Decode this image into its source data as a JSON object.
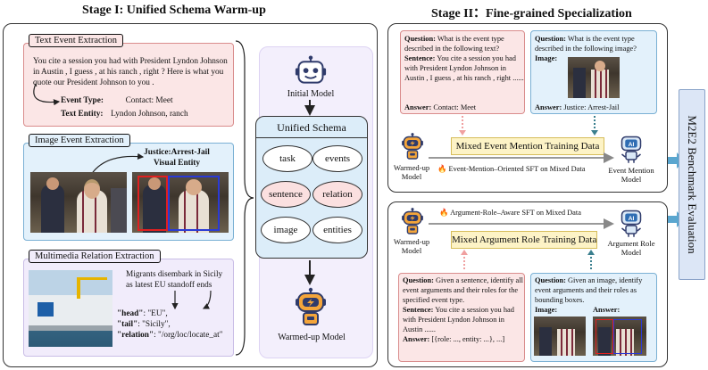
{
  "stage1": {
    "title": "Stage I: Unified Schema Warm-up",
    "text_event": {
      "tag": "Text Event Extraction",
      "sentence": "You cite a session you had with President Lyndon Johnson in Austin , I guess , at his ranch , right ? Here is what you quote our President Johnson to you .",
      "event_type_label": "Event Type:",
      "event_type_value": "Contact: Meet",
      "text_entity_label": "Text Entity:",
      "text_entity_value": "Lyndon Johnson, ranch"
    },
    "image_event": {
      "tag": "Image Event Extraction",
      "annotation_line1": "Justice:Arrest-Jail",
      "annotation_line2": "Visual Entity"
    },
    "multimedia": {
      "tag": "Multimedia Relation Extraction",
      "caption": "Migrants disembark in Sicily as latest EU standoff ends",
      "head_key": "\"head\"",
      "head_val": ": \"EU\",",
      "tail_key": "\"tail\"",
      "tail_val": ": \"Sicily\",",
      "relation_key": "\"relation\"",
      "relation_val": ": \"/org/loc/locate_at\""
    },
    "initial_model_label": "Initial Model",
    "unified_schema_title": "Unified Schema",
    "schema_items": [
      "task",
      "events",
      "sentence",
      "relation",
      "image",
      "entities"
    ],
    "warmed_model_label": "Warmed-up Model"
  },
  "stage2": {
    "title": "Stage II：Fine-grained Specialization",
    "event_mention": {
      "q_text_label": "Question:",
      "q_text": "What is the event type described in the following text?",
      "sentence_label": "Sentence:",
      "sentence": "You cite a session you had with President Lyndon Johnson in Austin , I guess , at his ranch , right ......",
      "answer_label": "Answer:",
      "answer": "Contact: Meet",
      "q_img_label": "Question:",
      "q_img": "What is the event type described in the following image?",
      "image_label": "Image:",
      "img_answer_label": "Answer:",
      "img_answer": "Justice: Arrest-Jail",
      "training_data": "Mixed Event Mention Training Data",
      "warmed_model": "Warmed-up Model",
      "sft_label": "Event-Mention–Oriented SFT on Mixed Data",
      "output_model": "Event Mention Model"
    },
    "argument_role": {
      "sft_label": "Argument-Role–Aware SFT on Mixed Data",
      "warmed_model": "Warmed-up Model",
      "training_data": "Mixed Argument Role Training Data",
      "output_model": "Argument Role Model",
      "q_text_label": "Question:",
      "q_text": "Given a sentence, identify all event arguments  and their roles for the specified event type.",
      "sentence_label": "Sentence:",
      "sentence": "You cite a session you had with President Lyndon Johnson in Austin ......",
      "answer_label": "Answer:",
      "answer": "[{role: ..., entity: ...}, ...]",
      "q_img_label": "Question:",
      "q_img": "Given an image, identify event arguments and their roles as bounding boxes.",
      "image_label": "Image:",
      "img_answer_label": "Answer:"
    }
  },
  "benchmark_label": "M2E2 Benchmark Evaluation",
  "colors": {
    "pink_fill": "#fbe6e6",
    "blue_fill": "#e3f1fb",
    "lavender_fill": "#f1ecfb",
    "yellow_fill": "#fdf3c6",
    "robot_orange": "#f4a53a",
    "robot_blue": "#2f3b6b"
  }
}
